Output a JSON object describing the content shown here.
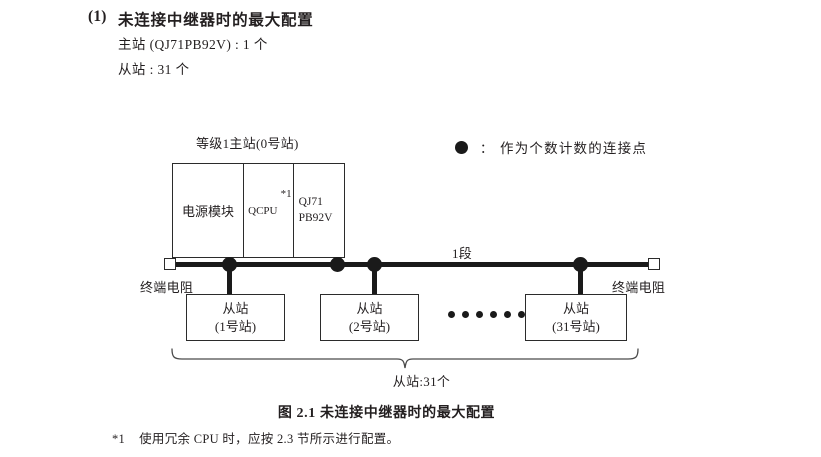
{
  "heading": {
    "number": "(1)",
    "title": "未连接中继器时的最大配置",
    "spec_master": "主站 (QJ71PB92V) : 1 个",
    "spec_slave": "从站 : 31 个"
  },
  "legend": {
    "dot_icon": "filled-circle-icon",
    "colon": "：",
    "text": "作为个数计数的连接点"
  },
  "diagram": {
    "rack_title": "等级1主站(0号站)",
    "rack_modules": [
      {
        "label": "电源模块"
      },
      {
        "label": "QCPU",
        "footnote": "*1"
      },
      {
        "label_line1": "QJ71",
        "label_line2": "PB92V"
      }
    ],
    "segment_label": "1段",
    "terminator_left_label": "终端电阻",
    "terminator_right_label": "终端电阻",
    "terminator_icon": "terminating-resistor-icon",
    "bus_dots": [
      229,
      337,
      374,
      580
    ],
    "slaves": [
      {
        "line1": "从站",
        "line2": "(1号站)"
      },
      {
        "line1": "从站",
        "line2": "(2号站)"
      },
      {
        "line1": "从站",
        "line2": "(31号站)"
      }
    ],
    "ellipsis_dot_count": 6,
    "brace_label": "从站:31个"
  },
  "caption": "图 2.1  未连接中继器时的最大配置",
  "footnote": {
    "mark": "*1",
    "text": "使用冗余 CPU 时，应按 2.3 节所示进行配置。"
  },
  "colors": {
    "ink": "#231f20",
    "line": "#2b2b2b",
    "fill": "#1a1a1a"
  }
}
